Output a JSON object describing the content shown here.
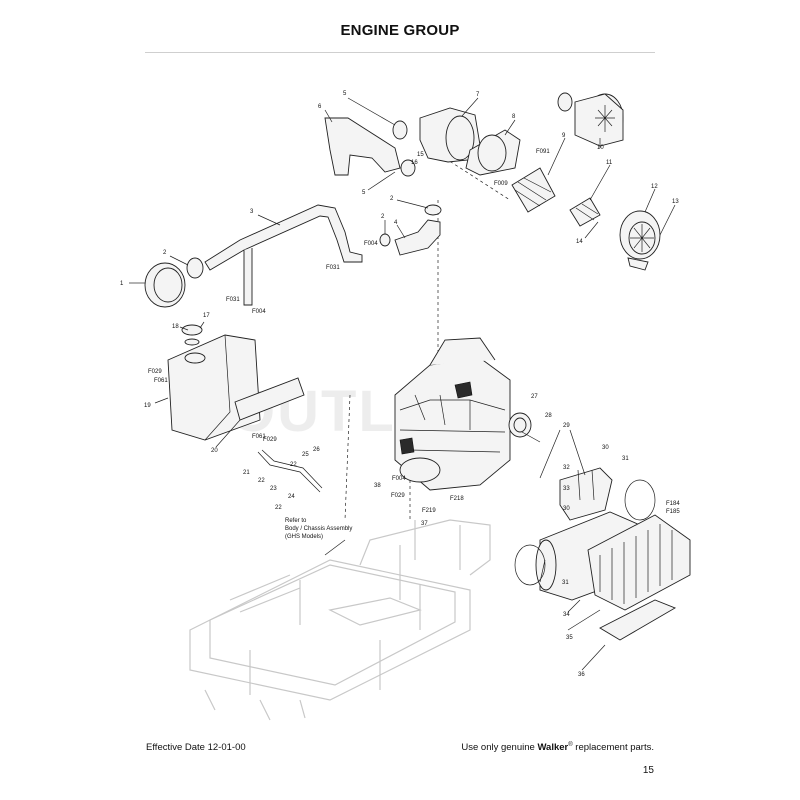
{
  "title": "ENGINE GROUP",
  "watermark": "OUTLETS",
  "footer": {
    "effective_date": "Effective Date 12-01-00",
    "notice_prefix": "Use only genuine ",
    "brand": "Walker",
    "trademark": "®",
    "notice_suffix": " replacement parts.",
    "page_number": "15"
  },
  "callouts": [
    {
      "id": "c1",
      "text": "1"
    },
    {
      "id": "c2a",
      "text": "2"
    },
    {
      "id": "c2b",
      "text": "2"
    },
    {
      "id": "c2c",
      "text": "2"
    },
    {
      "id": "c3",
      "text": "3"
    },
    {
      "id": "c4",
      "text": "4"
    },
    {
      "id": "c5a",
      "text": "5"
    },
    {
      "id": "c5b",
      "text": "5"
    },
    {
      "id": "c6",
      "text": "6"
    },
    {
      "id": "c7",
      "text": "7"
    },
    {
      "id": "c8",
      "text": "8"
    },
    {
      "id": "c9",
      "text": "9"
    },
    {
      "id": "c10",
      "text": "10"
    },
    {
      "id": "c11",
      "text": "11"
    },
    {
      "id": "c12",
      "text": "12"
    },
    {
      "id": "c13",
      "text": "13"
    },
    {
      "id": "c14",
      "text": "14"
    },
    {
      "id": "c15",
      "text": "15"
    },
    {
      "id": "c16",
      "text": "16"
    },
    {
      "id": "c17",
      "text": "17"
    },
    {
      "id": "c18",
      "text": "18"
    },
    {
      "id": "c19",
      "text": "19"
    },
    {
      "id": "c20",
      "text": "20"
    },
    {
      "id": "c21",
      "text": "21"
    },
    {
      "id": "c22a",
      "text": "22"
    },
    {
      "id": "c22b",
      "text": "22"
    },
    {
      "id": "c22c",
      "text": "22"
    },
    {
      "id": "c23",
      "text": "23"
    },
    {
      "id": "c24",
      "text": "24"
    },
    {
      "id": "c25",
      "text": "25"
    },
    {
      "id": "c26",
      "text": "26"
    },
    {
      "id": "c27",
      "text": "27"
    },
    {
      "id": "c28",
      "text": "28"
    },
    {
      "id": "c29",
      "text": "29"
    },
    {
      "id": "c30a",
      "text": "30"
    },
    {
      "id": "c30b",
      "text": "30"
    },
    {
      "id": "c31a",
      "text": "31"
    },
    {
      "id": "c31b",
      "text": "31"
    },
    {
      "id": "c32",
      "text": "32"
    },
    {
      "id": "c33",
      "text": "33"
    },
    {
      "id": "c34",
      "text": "34"
    },
    {
      "id": "c35",
      "text": "35"
    },
    {
      "id": "c36",
      "text": "36"
    },
    {
      "id": "c37",
      "text": "37"
    },
    {
      "id": "c38",
      "text": "38"
    },
    {
      "id": "cF004a",
      "text": "F004"
    },
    {
      "id": "cF004b",
      "text": "F004"
    },
    {
      "id": "cF004c",
      "text": "F004"
    },
    {
      "id": "cF009",
      "text": "F009"
    },
    {
      "id": "cF029a",
      "text": "F029"
    },
    {
      "id": "cF029b",
      "text": "F029"
    },
    {
      "id": "cF029c",
      "text": "F029"
    },
    {
      "id": "cF031a",
      "text": "F031"
    },
    {
      "id": "cF031b",
      "text": "F031"
    },
    {
      "id": "cF061a",
      "text": "F061"
    },
    {
      "id": "cF061b",
      "text": "F061"
    },
    {
      "id": "cF091",
      "text": "F091"
    },
    {
      "id": "cF184",
      "text": "F184"
    },
    {
      "id": "cF185",
      "text": "F185"
    },
    {
      "id": "cF218",
      "text": "F218"
    },
    {
      "id": "cF219",
      "text": "F219"
    }
  ],
  "note_refer": [
    "Refer to",
    "Body / Chassis Assembly",
    "(GHS Models)"
  ]
}
